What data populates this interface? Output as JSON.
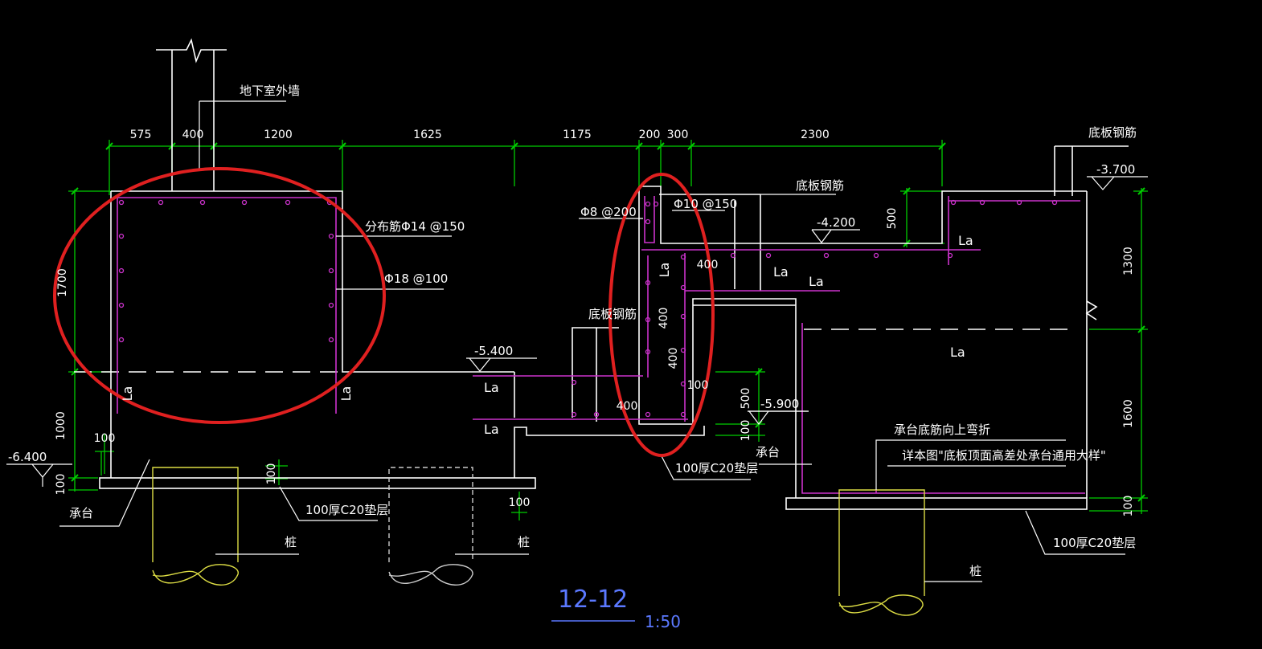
{
  "drawing": {
    "title": "12-12",
    "scale": "1:50",
    "colors": {
      "background": "#000000",
      "concrete_line": "#ffffff",
      "dimension_line": "#00cc00",
      "rebar": "#cc33cc",
      "pile": "#dddd44",
      "highlight_circle": "#e02020"
    },
    "dims_top": [
      "575",
      "400",
      "1200",
      "1625",
      "1175",
      "200",
      "300",
      "2300"
    ],
    "dims_vertical": {
      "left_upper": "1700",
      "left_lower": "1000",
      "left_100a": "100",
      "left_100b": "100",
      "right_1300": "1300",
      "right_1600": "1600",
      "right_100": "100",
      "step_500": "500",
      "mid_500": "500",
      "mid_100": "100",
      "pad_100": "100",
      "pad_100b": "100",
      "pit_400a": "400",
      "pit_400b": "400",
      "pit_400c": "400",
      "pit_400d": "400",
      "pit_100": "100"
    },
    "elevations": [
      "-6.400",
      "-5.400",
      "-4.200",
      "-3.700",
      "-5.900"
    ],
    "labels": {
      "basement_wall": "地下室外墙",
      "dist_rebar": "分布筋Φ14 @150",
      "rebar_18": "Φ18 @100",
      "bottom_rebar_a": "底板钢筋",
      "bottom_rebar_b": "底板钢筋",
      "bottom_rebar_c": "底板钢筋",
      "rebar_8": "Φ8 @200",
      "rebar_10": "Φ10 @150",
      "cap": "承台",
      "cap_b": "承台",
      "pile_a": "桩",
      "pile_b": "桩",
      "pile_c": "桩",
      "cushion_a": "100厚C20垫层",
      "cushion_b": "100厚C20垫层",
      "cushion_c": "100厚C20垫层",
      "cap_bend": "承台底筋向上弯折",
      "detail_ref": "详本图\"底板顶面高差处承台通用大样\"",
      "la": "La"
    }
  }
}
